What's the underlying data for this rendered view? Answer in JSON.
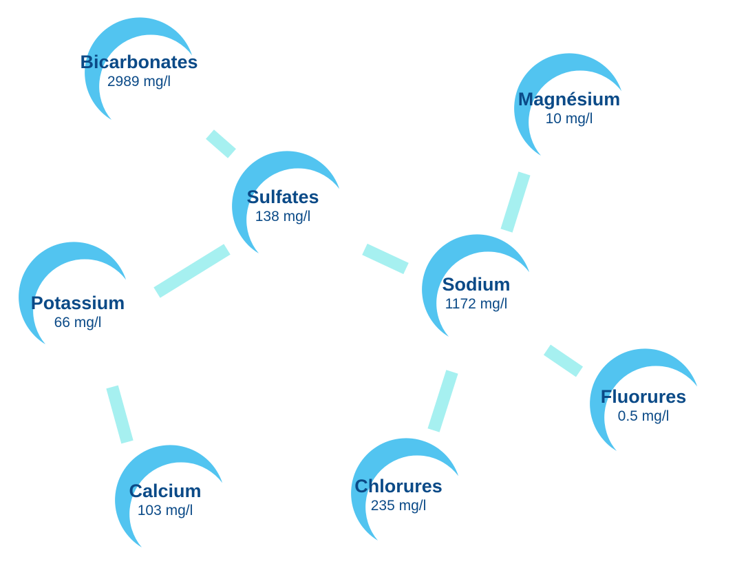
{
  "colors": {
    "moon": "#52c4f0",
    "connector": "#a6f0f0",
    "text": "#0b4a87",
    "background": "#ffffff"
  },
  "minerals": [
    {
      "id": "bicarbonates",
      "name": "Bicarbonates",
      "value": "2989 mg/l"
    },
    {
      "id": "sulfates",
      "name": "Sulfates",
      "value": "138 mg/l"
    },
    {
      "id": "potassium",
      "name": "Potassium",
      "value": "66 mg/l"
    },
    {
      "id": "calcium",
      "name": "Calcium",
      "value": "103 mg/l"
    },
    {
      "id": "magnesium",
      "name": "Magnésium",
      "value": "10 mg/l"
    },
    {
      "id": "sodium",
      "name": "Sodium",
      "value": "1172 mg/l"
    },
    {
      "id": "fluorures",
      "name": "Fluorures",
      "value": "0.5 mg/l"
    },
    {
      "id": "chlorures",
      "name": "Chlorures",
      "value": "235 mg/l"
    }
  ],
  "connections": [
    [
      "bicarbonates",
      "sulfates"
    ],
    [
      "sulfates",
      "potassium"
    ],
    [
      "sulfates",
      "sodium"
    ],
    [
      "potassium",
      "calcium"
    ],
    [
      "magnesium",
      "sodium"
    ],
    [
      "sodium",
      "fluorures"
    ],
    [
      "sodium",
      "chlorures"
    ]
  ]
}
